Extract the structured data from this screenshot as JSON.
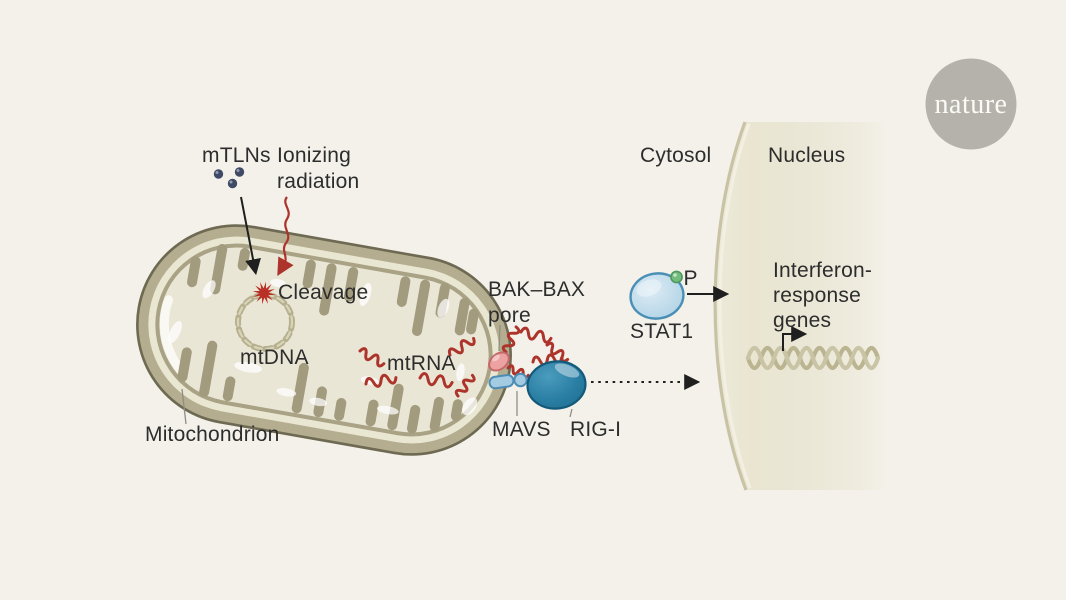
{
  "figure": {
    "labels": {
      "mtlns": "mTLNs",
      "ionizing_radiation": [
        "Ionizing",
        "radiation"
      ],
      "cleavage": "Cleavage",
      "mtdna": "mtDNA",
      "mitochondrion": "Mitochondrion",
      "mtrna": "mtRNA",
      "bak_bax_pore": [
        "BAK–BAX",
        "pore"
      ],
      "mavs": "MAVS",
      "rig_i": "RIG-I",
      "stat1": "STAT1",
      "phosphate": "P",
      "cytosol": "Cytosol",
      "nucleus": "Nucleus",
      "interferon_response_genes": [
        "Interferon-",
        "response",
        "genes"
      ]
    },
    "logo": {
      "text": "nature"
    },
    "colors": {
      "background": "#f3f1e9",
      "text": "#2d2d2d",
      "membrane": "#b4ad8f",
      "membrane_stroke": "#6e6952",
      "membrane_light": "#e9e6d2",
      "membrane_inner": "#a9a285",
      "matrix": "#e9e6d6",
      "crista": "#a29b7e",
      "mtdna_ring": "#b6b08f",
      "cleavage_star": "#b93026",
      "rna_red": "#ad342b",
      "mtln_dot": "#3e4a66",
      "pore_fill": "#eda2a2",
      "pore_stroke": "#c4686a",
      "mavs_fill": "#a3cbe2",
      "mavs_stroke": "#4d8cb4",
      "rigi_fill": "#2b80a5",
      "rigi_stroke": "#15597a",
      "stat1_fill": "#bcdcec",
      "stat1_stroke": "#4a8fb6",
      "phosphate_green": "#72bc7d",
      "phosphate_stroke": "#4e9a5c",
      "nucleus_fill": "#e9e5d1",
      "nucleus_edge": "#c9c3a5",
      "dna_helix": "#c9c4a5",
      "logo_gray": "#b5b2ab",
      "logo_text": "#fbfaf6",
      "leader_line": "#8f8e86",
      "arrow_black": "#1f1f1f"
    }
  }
}
